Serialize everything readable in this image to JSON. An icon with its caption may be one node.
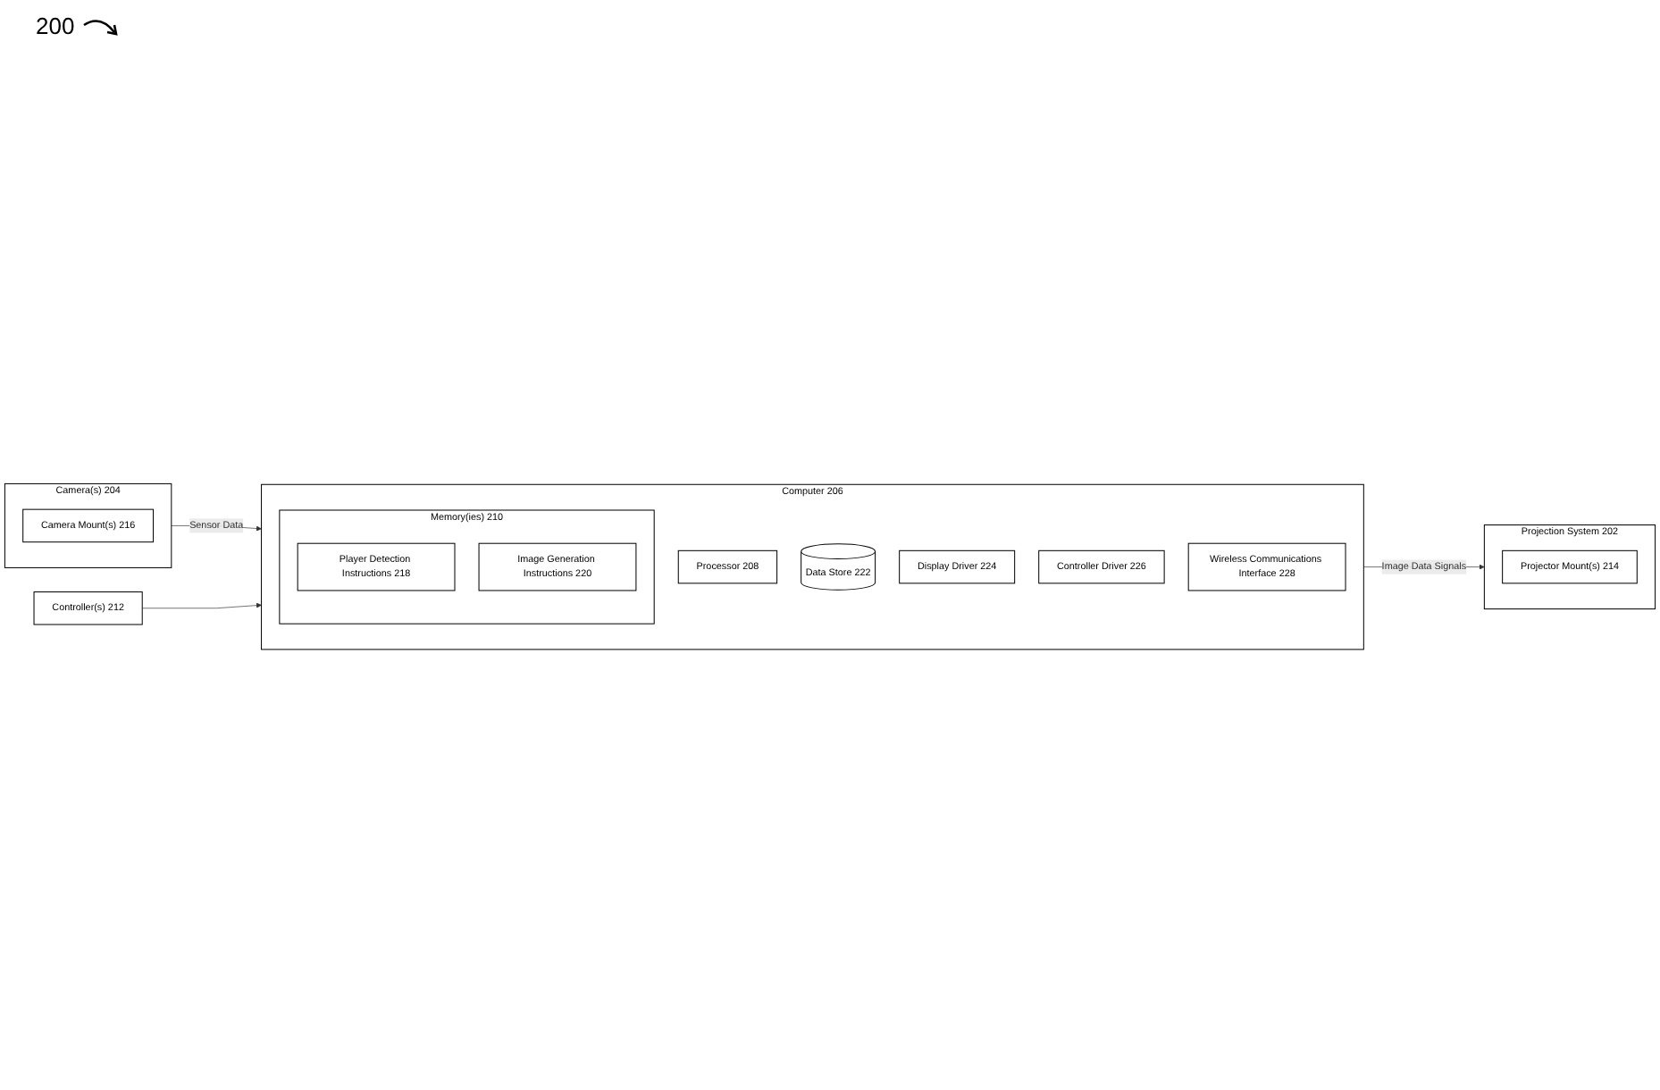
{
  "diagram": {
    "nodes": [
      {
        "text": [
          "Camera(s) 204"
        ]
      },
      {
        "text": [
          "Camera Mount(s) 216"
        ],
        "in": 0
      },
      {
        "text": [
          "Computer 206"
        ]
      },
      {
        "text": [
          "Processor 208"
        ],
        "in": 2
      },
      {
        "text": [
          "Memory(ies) 210"
        ],
        "in": 2
      },
      {
        "text": [
          "Player Detection Instructions 218"
        ],
        "in": 4
      },
      {
        "text": [
          "Image Generation Instructions 220"
        ],
        "in": 4
      },
      {
        "text": [
          "Data Store 222"
        ],
        "in": 2
      },
      {
        "text": [
          "Display Driver 224"
        ],
        "in": 2
      },
      {
        "text": [
          "Controller Driver 226"
        ],
        "in": 2
      },
      {
        "text": [
          "Wireless Communications Interface 228"
        ],
        "in": 2
      },
      {
        "text": [
          "Projection System 202"
        ]
      },
      {
        "text": [
          "Projector Mount(s) 214"
        ],
        "in": 11
      },
      {
        "text": [
          "Controller(s) 212"
        ]
      }
    ],
    "edges": [
      {
        "from": 0,
        "to": 2,
        "arrow": "to",
        "label": "Sensor Data"
      },
      {
        "from": 2,
        "to": 11,
        "arrow": "to",
        "label": "Image Data Signals"
      },
      {
        "from": 13,
        "to": 2,
        "arrow": "to"
      }
    ],
    "labels": [
      "200"
    ]
  }
}
